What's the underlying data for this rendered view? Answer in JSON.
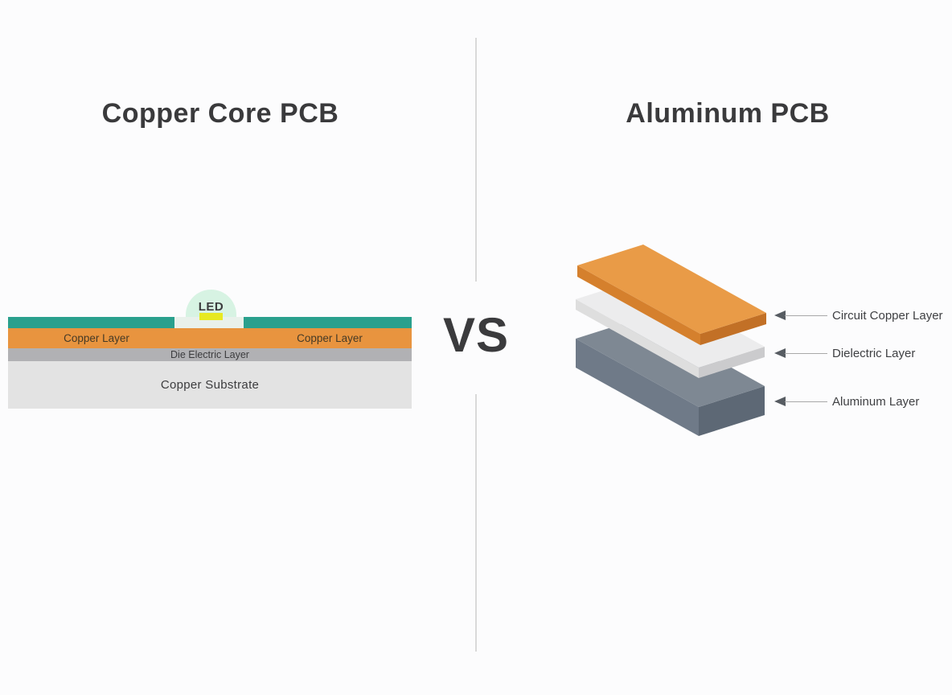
{
  "left": {
    "title": "Copper Core PCB",
    "diagram": {
      "led_label": "LED",
      "copper_layer_left_label": "Copper Layer",
      "copper_layer_right_label": "Copper Layer",
      "dielectric_label": "Die Electric Layer",
      "substrate_label": "Copper Substrate"
    }
  },
  "center": {
    "vs_label": "VS"
  },
  "right": {
    "title": "Aluminum PCB",
    "labels": [
      {
        "label": "Circuit Copper Layer"
      },
      {
        "label": "Dielectric Layer"
      },
      {
        "label": "Aluminum Layer"
      }
    ]
  },
  "colors": {
    "background": "#fcfcfd",
    "title_text": "#3a3a3c",
    "vs_text": "#3b3b3d",
    "divider": "#d9d9d9",
    "teal_layer": "#2aa08d",
    "orange_layer": "#e8943f",
    "gray_layer": "#b1b1b4",
    "substrate_layer": "#e3e3e3",
    "led_dome": "#d7f3e3",
    "led_strip": "#e9f1eb",
    "led_chip_yellow": "#e7e922",
    "layer_label_text": "#453a26",
    "dark_label_text": "#3c3c3e",
    "slab_orange_top": "#e99b47",
    "slab_orange_left": "#d5802d",
    "slab_orange_right": "#c27026",
    "slab_white_top": "#ececed",
    "slab_white_left": "#dedede",
    "slab_white_right": "#cbcbcd",
    "slab_gray_top": "#7e8893",
    "slab_gray_left": "#6f7a88",
    "slab_gray_right": "#5d6875",
    "arrow": "#575c62",
    "arrow_line": "#a8a8a8",
    "annotation_text": "#3f4043"
  }
}
